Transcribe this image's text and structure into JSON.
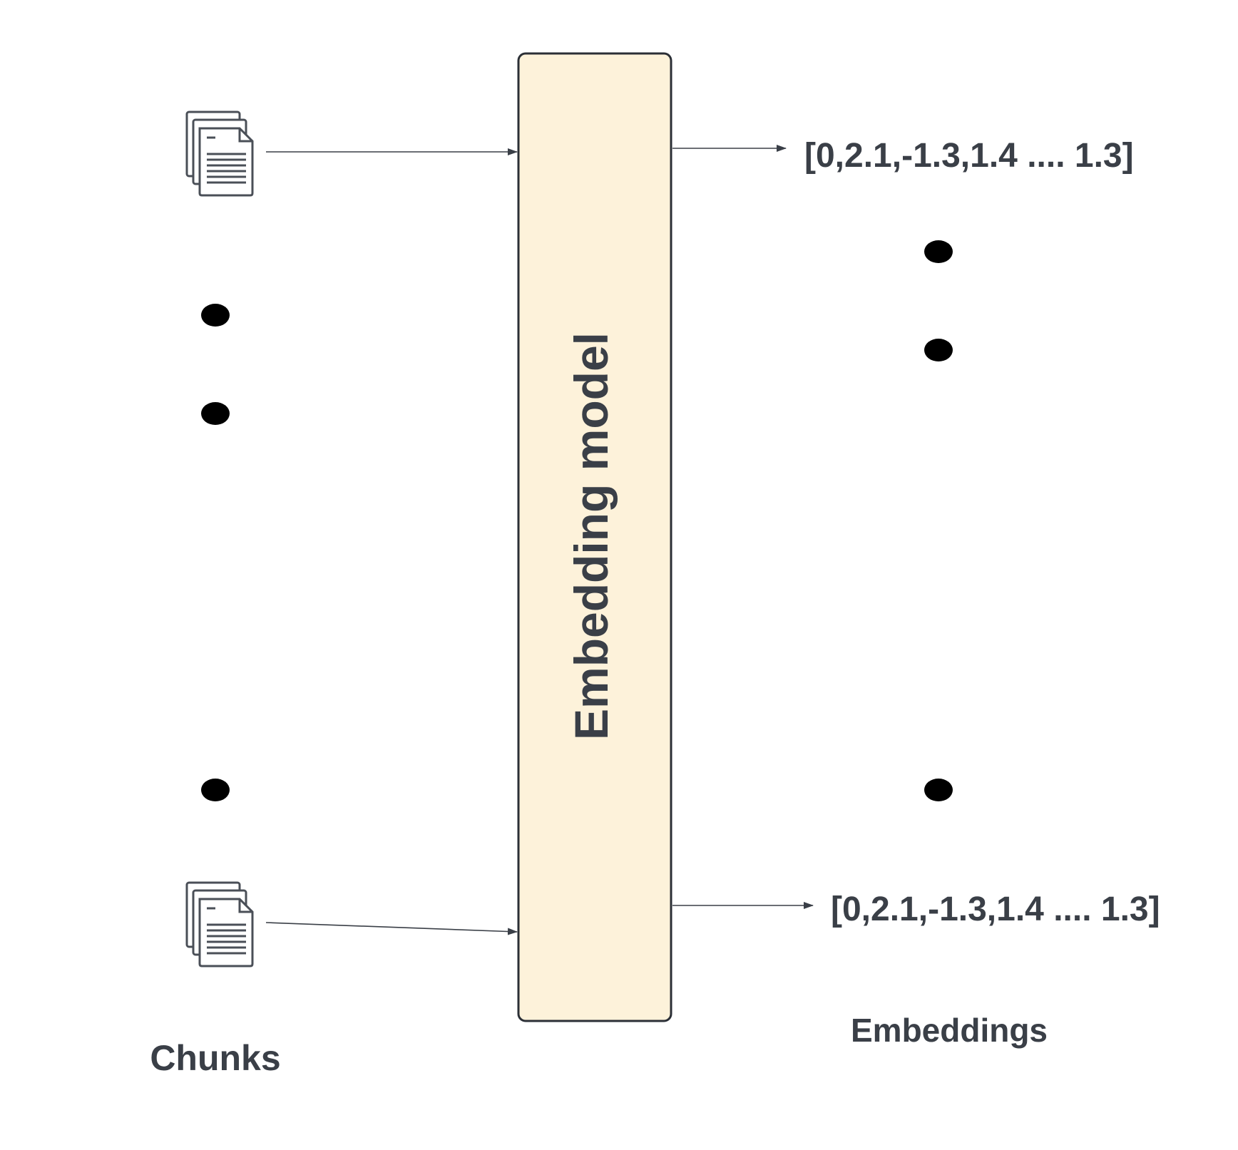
{
  "model": {
    "label": "Embedding model"
  },
  "inputs": {
    "label": "Chunks",
    "top_icon": "document-stack-icon",
    "bottom_icon": "document-stack-icon"
  },
  "outputs": {
    "label": "Embeddings",
    "top_vector": "[0,2.1,-1.3,1.4 .... 1.3]",
    "bottom_vector": "[0,2.1,-1.3,1.4 .... 1.3]"
  },
  "colors": {
    "model_fill": "#fdf2da",
    "model_stroke": "#2b2f36",
    "text": "#3a3f47",
    "arrow": "#3a3f47",
    "ellipsis_dot": "#000000",
    "icon_stroke": "#4a4f57"
  }
}
